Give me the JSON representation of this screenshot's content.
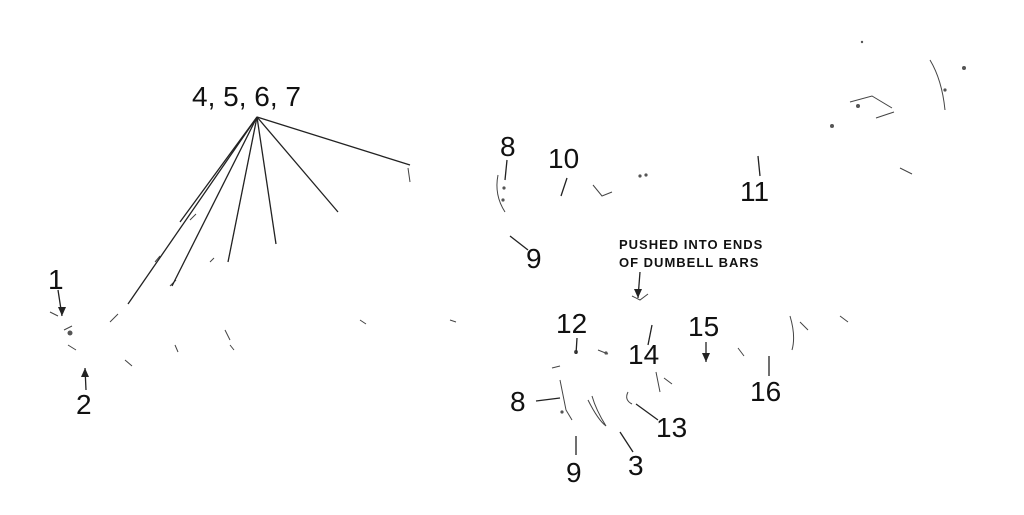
{
  "diagram": {
    "labels": {
      "group_4_7": "4, 5, 6, 7",
      "l1": "1",
      "l2": "2",
      "l8a": "8",
      "l9a": "9",
      "l10": "10",
      "l11": "11",
      "l12": "12",
      "l14": "14",
      "l15": "15",
      "l16": "16",
      "l8b": "8",
      "l9b": "9",
      "l3": "3",
      "l13": "13"
    },
    "note": {
      "line1": "PUSHED INTO ENDS",
      "line2": "OF DUMBELL BARS"
    }
  }
}
